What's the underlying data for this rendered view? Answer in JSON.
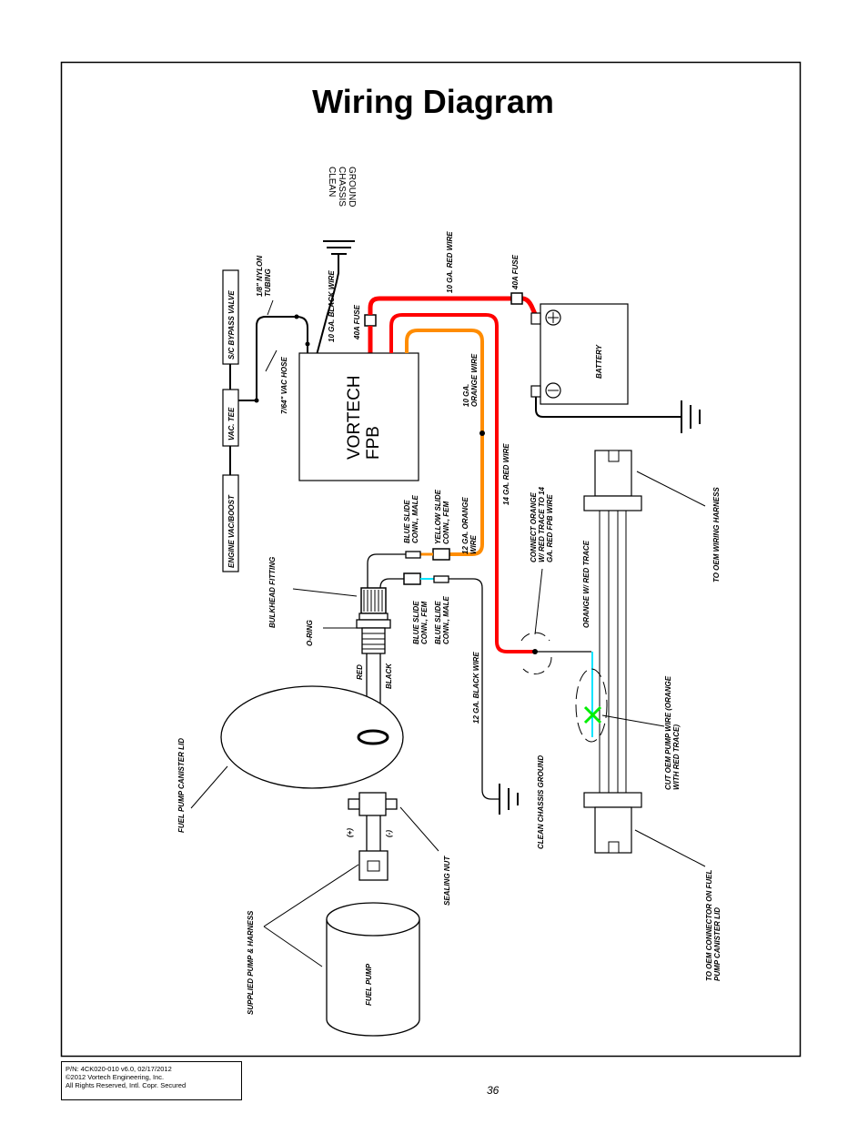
{
  "title": "Wiring Diagram",
  "labels": {
    "clean_chassis_ground_top": [
      "CLEAN",
      "CHASSIS",
      "GROUND"
    ],
    "ga10_black_wire": "10 GA. BLACK WIRE",
    "fuse_40a_left": "40A FUSE",
    "ga10_red_wire": "10 GA. RED WIRE",
    "fuse_40a_right": "40A FUSE",
    "battery": "BATTERY",
    "nylon_tubing": [
      "1/8\" NYLON",
      "TUBING"
    ],
    "sc_bypass_valve": "S/C BYPASS VALVE",
    "vac_hose": "7/64\" VAC HOSE",
    "vac_tee": "VAC. TEE",
    "engine_vac_boost": "ENGINE VAC/BOOST",
    "vortech_fpb": [
      "VORTECH",
      "FPB"
    ],
    "ga10_orange_wire": [
      "10 GA.",
      "ORANGE WIRE"
    ],
    "ga14_red_wire": "14 GA. RED WIRE",
    "ga12_orange_wire": [
      "12 GA. ORANGE",
      "WIRE"
    ],
    "yellow_slide_fem": [
      "YELLOW SLIDE",
      "CONN., FEM"
    ],
    "blue_slide_male_top": [
      "BLUE SLIDE",
      "CONN., MALE"
    ],
    "blue_slide_fem": [
      "BLUE SLIDE",
      "CONN., FEM"
    ],
    "blue_slide_male_bottom": [
      "BLUE SLIDE",
      "CONN., MALE"
    ],
    "connect_orange": [
      "CONNECT ORANGE",
      "W/ RED TRACE TO 14",
      "GA. RED FPB WIRE"
    ],
    "to_oem_wiring_harness": "TO OEM WIRING HARNESS",
    "orange_red_trace": "ORANGE W/ RED TRACE",
    "bulkhead_fitting": "BULKHEAD FITTING",
    "o_ring": "O-RING",
    "red": "RED",
    "black": "BLACK",
    "ga12_black_wire": "12 GA. BLACK WIRE",
    "cut_oem_pump_wire": [
      "CUT OEM PUMP WIRE (ORANGE",
      "WITH RED TRACE)"
    ],
    "fuel_pump_canister_lid": "FUEL PUMP CANISTER LID",
    "clean_chassis_ground_bottom": "CLEAN CHASSIS GROUND",
    "plus": "(+)",
    "minus": "(-)",
    "sealing_nut": "SEALING NUT",
    "to_oem_connector": [
      "TO OEM CONNECTOR ON FUEL",
      "PUMP CANISTER LID"
    ],
    "supplied_pump_harness": "SUPPLIED PUMP & HARNESS",
    "fuel_pump": "FUEL PUMP"
  },
  "footer": {
    "part_number": "P/N: 4CK020-010 v6.0, 02/17/2012",
    "copyright": "©2012 Vortech Engineering, Inc.",
    "rights": "All Rights Reserved, Intl. Copr. Secured",
    "page_number": "36"
  },
  "colors": {
    "red_wire": "#ff0000",
    "orange_wire": "#ff8c00",
    "cyan_wire": "#00e5ff",
    "cut_mark": "#00ee00",
    "black_wire": "#000000"
  }
}
